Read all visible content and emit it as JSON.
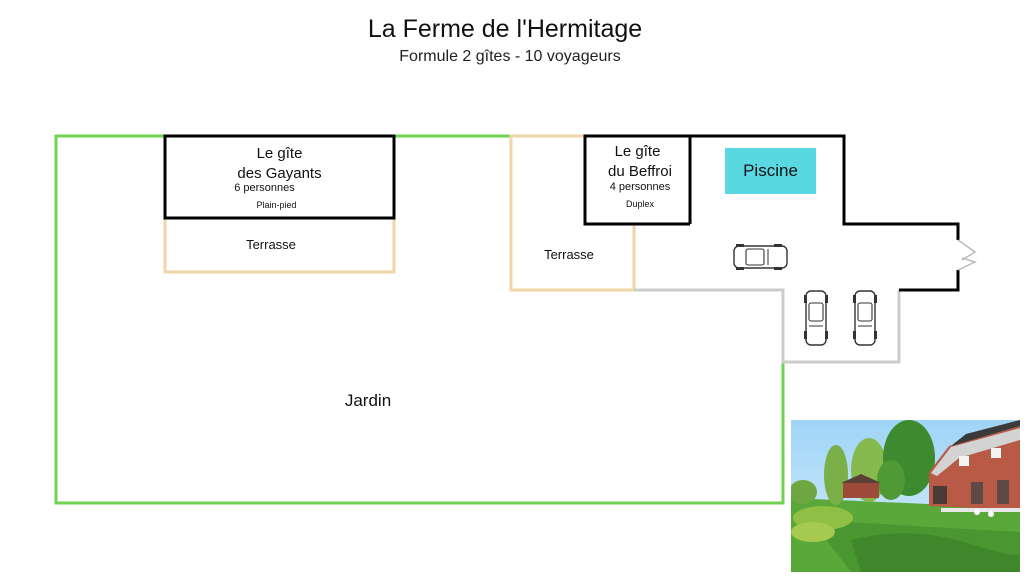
{
  "header": {
    "title": "La Ferme de l'Hermitage",
    "subtitle": "Formule 2 gîtes - 10 voyageurs"
  },
  "gite_gayants": {
    "line1": "Le gîte",
    "line2": "des Gayants",
    "capacity": "6 personnes",
    "type": "Plain-pied"
  },
  "gite_beffroi": {
    "line1": "Le gîte",
    "line2": "du Beffroi",
    "capacity": "4 personnes",
    "type": "Duplex"
  },
  "areas": {
    "terrace_left": "Terrasse",
    "terrace_right": "Terrasse",
    "pool": "Piscine",
    "garden": "Jardin"
  },
  "colors": {
    "garden_border": "#6fd34f",
    "terrace_border": "#f0d6a6",
    "building_border": "#000000",
    "parking_border": "#cccccc",
    "pool_fill": "#5ad8e2"
  }
}
